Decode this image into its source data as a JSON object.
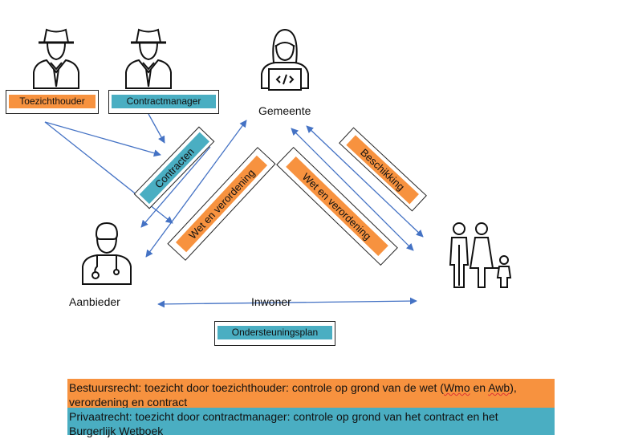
{
  "roles": {
    "toezichthouder": "Toezichthouder",
    "contractmanager": "Contractmanager",
    "gemeente": "Gemeente",
    "aanbieder": "Aanbieder",
    "inwoner": "Inwoner"
  },
  "relations": {
    "contracten": "Contracten",
    "wet_left": "Wet en verordening",
    "wet_right": "Wet en verordening",
    "beschikking": "Beschikking",
    "ondersteuningsplan": "Ondersteuningsplan"
  },
  "legend": {
    "bestuursrecht_a": "Bestuursrecht: toezicht door toezichthouder: controle op grond van de wet (",
    "wmo": "Wmo",
    "en": " en ",
    "awb": "Awb",
    "bestuursrecht_b": "),",
    "bestuursrecht_line2": "verordening en contract",
    "privaatrecht_line1": "Privaatrecht: toezicht door contractmanager: controle op grond van het contract en het",
    "privaatrecht_line2": "Burgerlijk Wetboek",
    "orange": "#f7923f",
    "teal": "#4aaec2"
  },
  "icons": [
    "inspector-icon",
    "inspector-icon",
    "programmer-icon",
    "doctor-icon",
    "family-icon"
  ]
}
